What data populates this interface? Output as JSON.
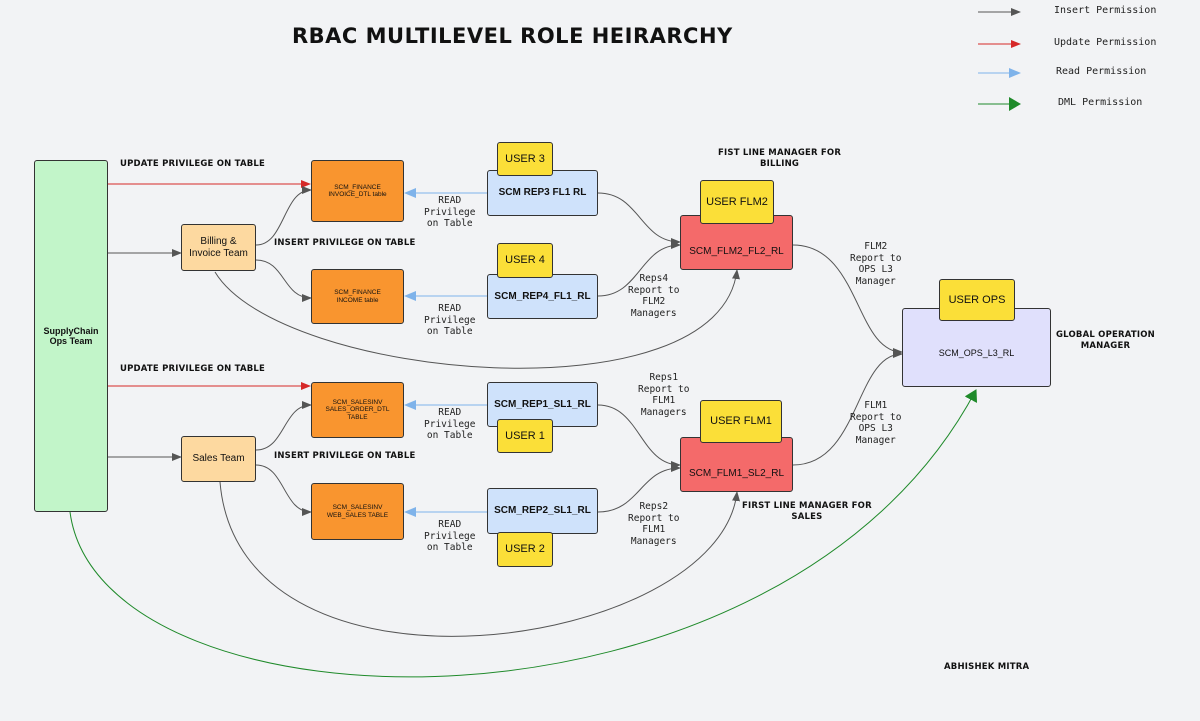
{
  "title": "RBAC MULTILEVEL ROLE HEIRARCHY",
  "legend": [
    {
      "label": "Insert Permission",
      "color": "#555555"
    },
    {
      "label": "Update Permission",
      "color": "#d62828"
    },
    {
      "label": "Read Permission",
      "color": "#7fb3ea"
    },
    {
      "label": "DML Permission",
      "color": "#1f8a2a"
    }
  ],
  "nodes": {
    "supplychain": "SupplyChain\nOps Team",
    "billing_team": "Billing &\nInvoice Team",
    "sales_team": "Sales Team",
    "invoice_table": "SCM_FINANCE\nINVOICE_DTL table",
    "income_table": "SCM_FINANCE\nINCOME table",
    "sales_order_table": "SCM_SALESINV\nSALES_ORDER_DTL\nTABLE",
    "web_sales_table": "SCM_SALESINV\nWEB_SALES TABLE",
    "rep3": "SCM  REP3  FL1  RL",
    "rep4": "SCM_REP4_FL1_RL",
    "rep1": "SCM_REP1_SL1_RL",
    "rep2": "SCM_REP2_SL1_RL",
    "user3": "USER 3",
    "user4": "USER 4",
    "user1": "USER 1",
    "user2": "USER 2",
    "flm2_role": "SCM_FLM2_FL2_RL",
    "flm1_role": "SCM_FLM1_SL2_RL",
    "user_flm2": "USER FLM2",
    "user_flm1": "USER FLM1",
    "ops_role": "SCM_OPS_L3_RL",
    "user_ops": "USER OPS"
  },
  "labels": {
    "update_top": "UPDATE PRIVILEGE ON TABLE",
    "insert_top": "INSERT PRIVILEGE ON TABLE",
    "update_bottom": "UPDATE PRIVILEGE ON TABLE",
    "insert_bottom": "INSERT PRIVILEGE ON TABLE",
    "read1": "READ\nPrivilege\non Table",
    "read2": "READ\nPrivilege\non Table",
    "read3": "READ\nPrivilege\non Table",
    "read4": "READ\nPrivilege\non Table",
    "reps4": "Reps4\nReport to\nFLM2\nManagers",
    "reps1": "Reps1\nReport to\nFLM1\nManagers",
    "reps2": "Reps2\nReport to\nFLM1\nManagers",
    "flm2_report": "FLM2\nReport to\nOPS L3\nManager",
    "flm1_report": "FLM1\nReport to\nOPS L3\nManager",
    "fist_line_manager": "FIST LINE MANAGER FOR\nBILLING",
    "first_line_manager_sales": "FIRST LINE MANAGER FOR\nSALES",
    "global_manager": "GLOBAL OPERATION\nMANAGER",
    "author": "ABHISHEK MITRA"
  }
}
